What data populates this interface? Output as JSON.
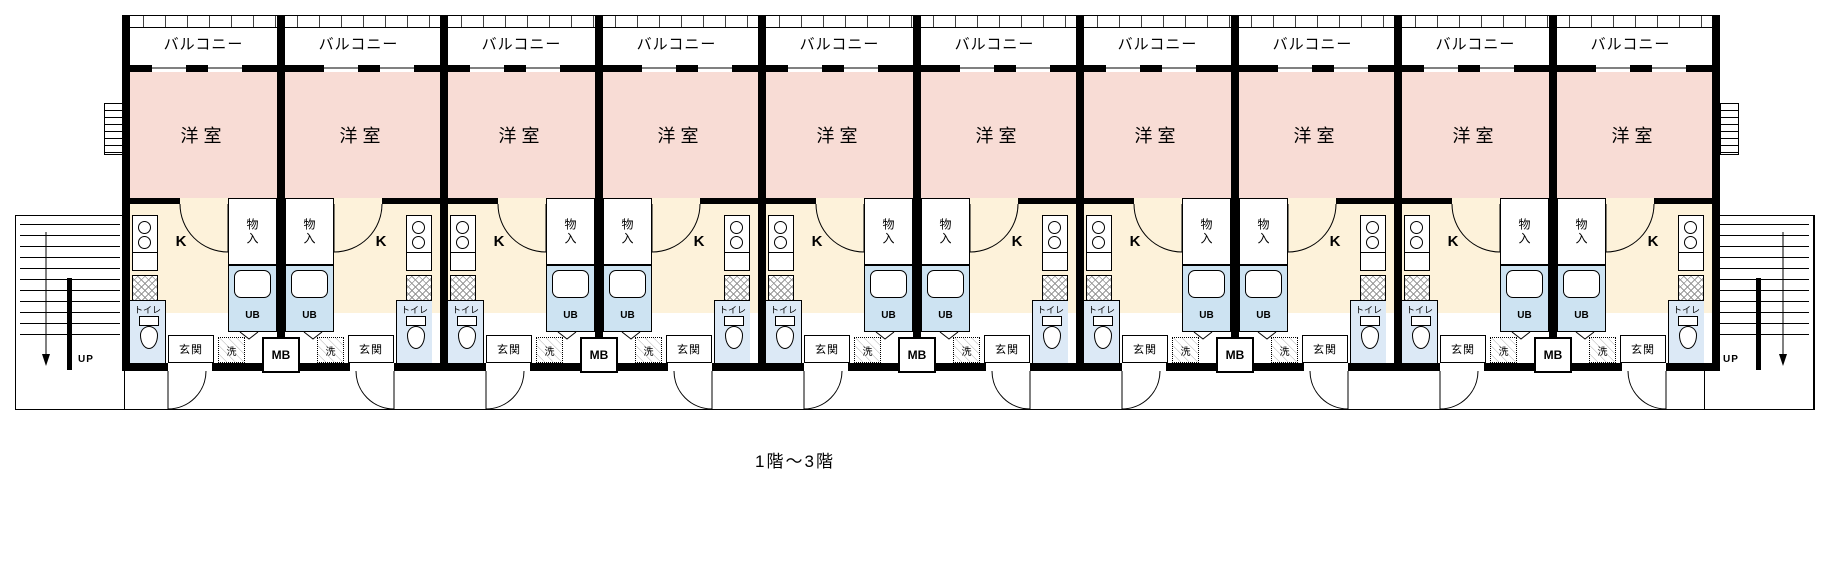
{
  "caption": "1階～3階",
  "unit": {
    "balcony": "バルコニー",
    "room": "洋室",
    "kitchen": "K",
    "storage": "物入",
    "unit_bath": "UB",
    "toilet": "トイレ",
    "entrance": "玄関",
    "washer": "洗"
  },
  "shared": {
    "meter_box": "MB",
    "stairs_up": "UP"
  },
  "building": {
    "unit_count": 10,
    "pair_count": 5
  },
  "colors": {
    "room_fill": "#f8dcd5",
    "kitchen_fill": "#fdf2da",
    "bath_fill": "#cde3f2",
    "toilet_fill": "#dce9f6",
    "wall": "#000000"
  }
}
